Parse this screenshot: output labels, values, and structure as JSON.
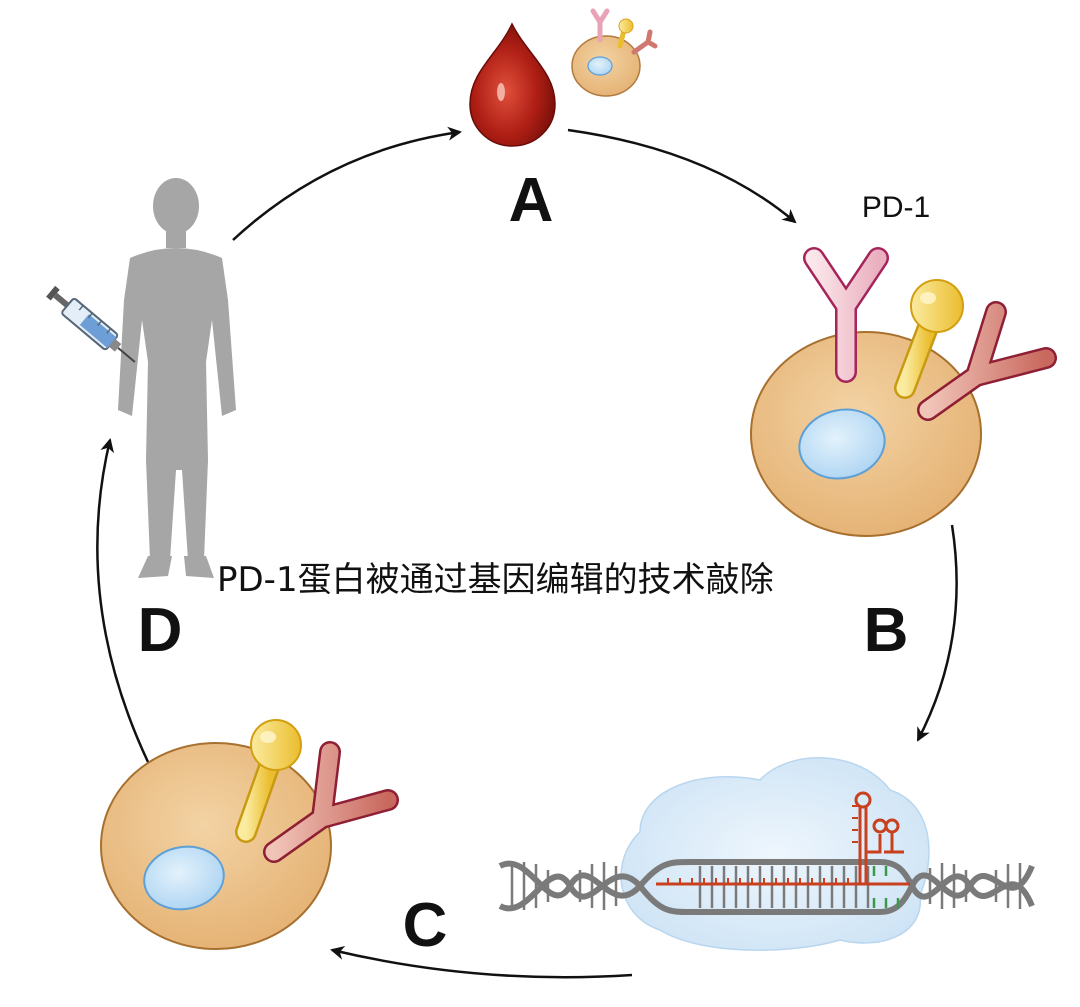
{
  "steps": {
    "a": "A",
    "b": "B",
    "c": "C",
    "d": "D"
  },
  "receptor_label": "PD-1",
  "caption": "PD-1蛋白被通过基因编辑的技术敲除",
  "colors": {
    "blood": "#b01f15",
    "cell_body": "#e9bd84",
    "cell_outline": "#b27a3e",
    "nucleus": "#b8dcf5",
    "nucleus_outline": "#5d9fd6",
    "receptor_pink": "#f2c4cf",
    "receptor_yellow": "#f4d050",
    "receptor_red": "#d98b82",
    "human_silhouette": "#a6a6a6",
    "dna": "#7a7a7a",
    "editing_cloud": "#d6e9f8",
    "guide_rna": "#c8401e",
    "pam_mark": "#3b9a45",
    "arrow": "#111111"
  },
  "icons": [
    "blood-drop-icon",
    "human-silhouette-icon",
    "syringe-icon",
    "dna-helix-icon",
    "guide-rna-icon",
    "t-cell-icon"
  ]
}
